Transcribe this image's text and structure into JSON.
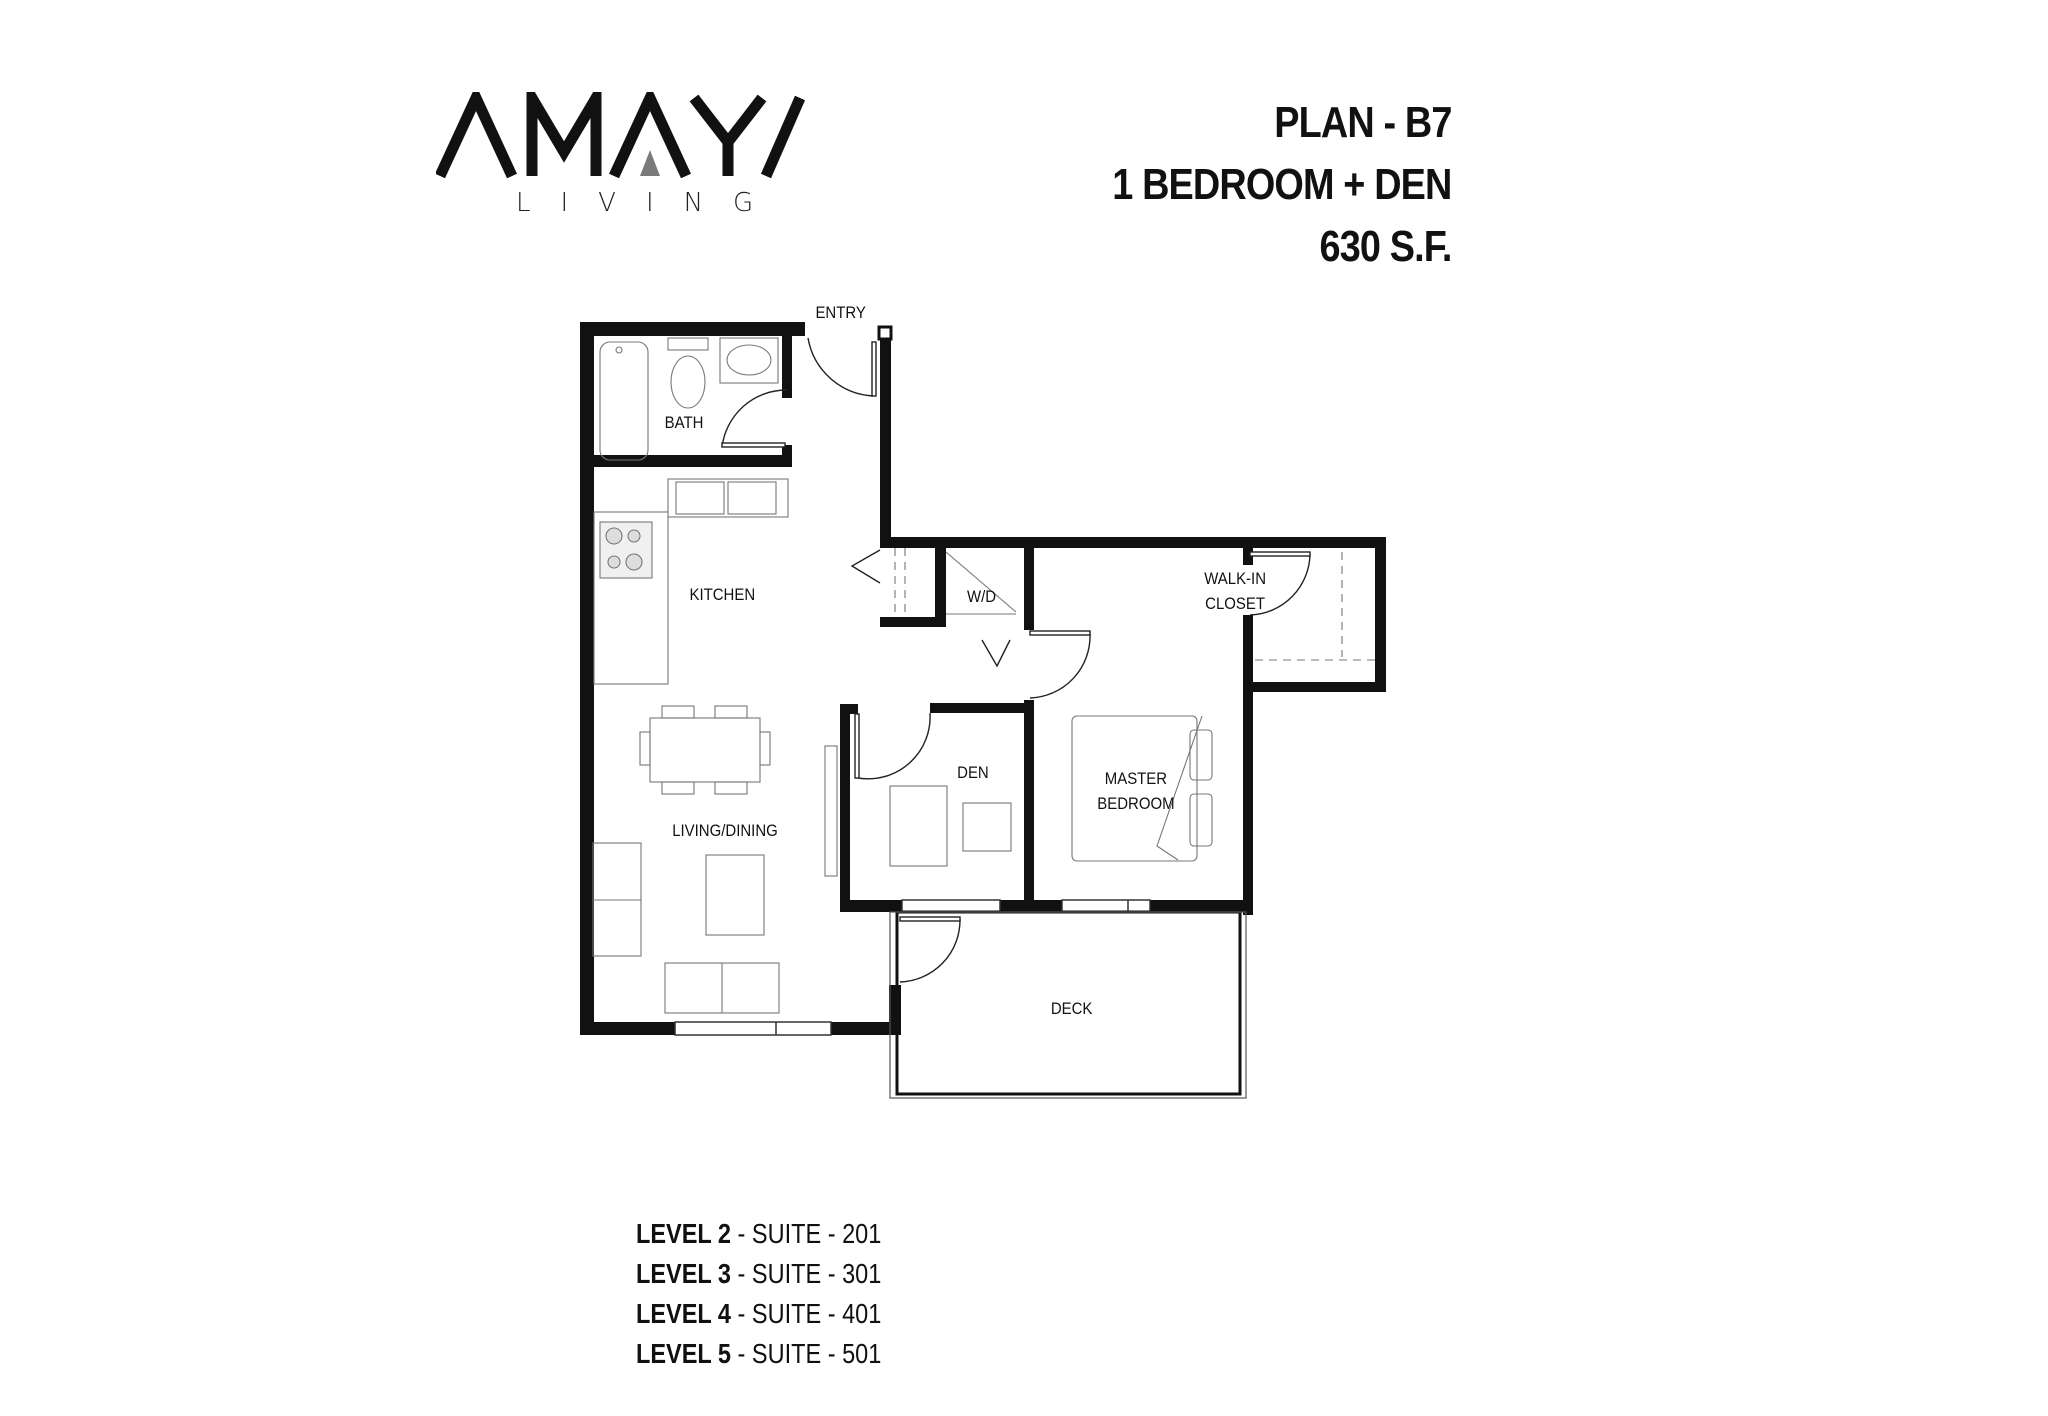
{
  "brand": {
    "name": "AMAYA",
    "tagline": "LIVING",
    "accent_color": "#7a7a7a"
  },
  "plan": {
    "code_line": "PLAN - B7",
    "type_line": "1 BEDROOM + DEN",
    "area_line": "630 S.F."
  },
  "rooms": {
    "entry": "ENTRY",
    "bath": "BATH",
    "kitchen": "KITCHEN",
    "wd": "W/D",
    "walkin_line1": "WALK-IN",
    "walkin_line2": "CLOSET",
    "den": "DEN",
    "master_line1": "MASTER",
    "master_line2": "BEDROOM",
    "living": "LIVING/DINING",
    "deck": "DECK"
  },
  "suites": [
    {
      "level": "LEVEL 2",
      "rest": " - SUITE - 201"
    },
    {
      "level": "LEVEL 3",
      "rest": " - SUITE - 301"
    },
    {
      "level": "LEVEL 4",
      "rest": " - SUITE - 401"
    },
    {
      "level": "LEVEL 5",
      "rest": " - SUITE - 501"
    }
  ]
}
